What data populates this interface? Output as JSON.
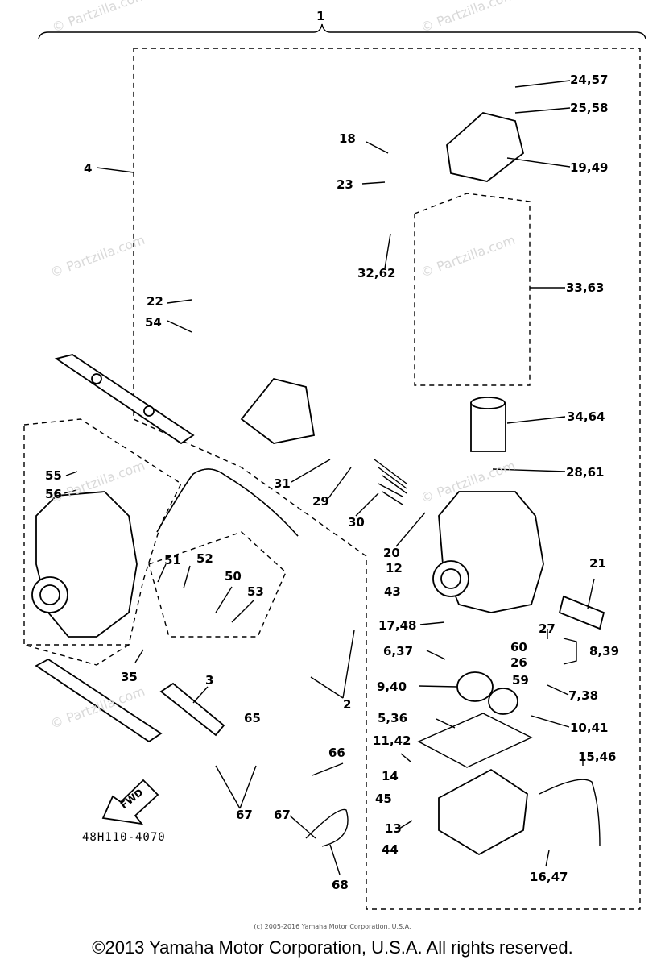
{
  "diagram": {
    "drawing_code": "48H110-4070",
    "fwd_label": "FWD",
    "labels": {
      "top": "1",
      "l4": "4",
      "l18": "18",
      "l23": "23",
      "l24_57": "24,57",
      "l25_58": "25,58",
      "l19_49": "19,49",
      "l32_62": "32,62",
      "l33_63": "33,63",
      "l22": "22",
      "l54": "54",
      "l34_64": "34,64",
      "l28_61": "28,61",
      "l55": "55",
      "l56": "56",
      "l31": "31",
      "l29": "29",
      "l30": "30",
      "l20": "20",
      "l12": "12",
      "l43": "43",
      "l21": "21",
      "l51": "51",
      "l52": "52",
      "l50": "50",
      "l53": "53",
      "l17_48": "17,48",
      "l27": "27",
      "l6_37": "6,37",
      "l60": "60",
      "l8_39": "8,39",
      "l26": "26",
      "l59": "59",
      "l35": "35",
      "l3": "3",
      "l2": "2",
      "l9_40": "9,40",
      "l7_38": "7,38",
      "l65": "65",
      "l5_36": "5,36",
      "l10_41": "10,41",
      "l11_42": "11,42",
      "l15_46": "15,46",
      "l66": "66",
      "l14": "14",
      "l45": "45",
      "l67a": "67",
      "l67b": "67",
      "l13": "13",
      "l44": "44",
      "l68": "68",
      "l16_47": "16,47"
    },
    "watermarks": [
      "© Partzilla.com",
      "© Partzilla.com",
      "© Partzilla.com",
      "© Partzilla.com",
      "© Partzilla.com",
      "© Partzilla.com",
      "© Partzilla.com"
    ]
  },
  "footer": {
    "small_copyright": "(c) 2005-2016 Yamaha Motor Corporation, U.S.A.",
    "copyright": "©2013 Yamaha Motor Corporation, U.S.A. All rights reserved."
  }
}
